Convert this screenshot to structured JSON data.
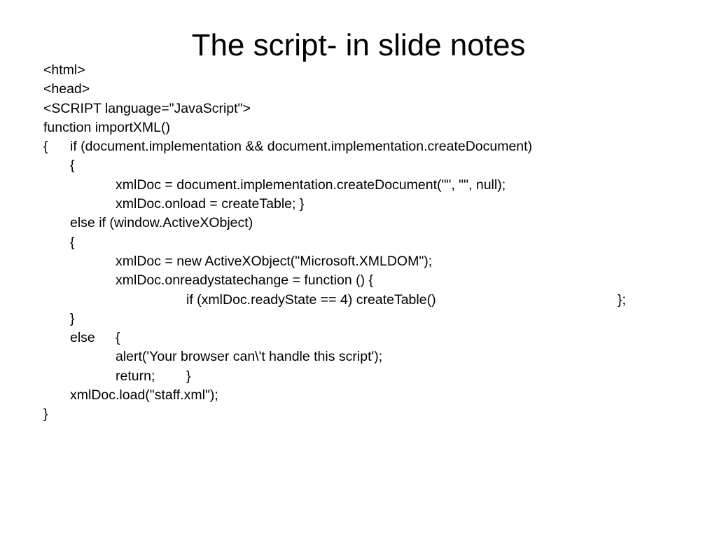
{
  "slide": {
    "title": "The script- in slide notes",
    "lines": [
      {
        "segments": [
          {
            "text": "<html>",
            "level": 0
          }
        ]
      },
      {
        "segments": [
          {
            "text": "<head>",
            "level": 0
          }
        ]
      },
      {
        "segments": [
          {
            "text": "<SCRIPT language=\"JavaScript\">",
            "level": 0
          }
        ]
      },
      {
        "segments": [
          {
            "text": "function importXML()",
            "level": 0
          }
        ]
      },
      {
        "segments": [
          {
            "text": "{",
            "level": 0
          },
          {
            "text": "if (document.implementation && document.implementation.createDocument)",
            "level": 1
          }
        ]
      },
      {
        "segments": [
          {
            "text": "{",
            "level": 1
          }
        ]
      },
      {
        "segments": [
          {
            "text": "xmlDoc = document.implementation.createDocument(\"\", \"\", null);",
            "level": 2
          }
        ]
      },
      {
        "segments": [
          {
            "text": "xmlDoc.onload = createTable; }",
            "level": 2
          }
        ]
      },
      {
        "segments": [
          {
            "text": "else if (window.ActiveXObject)",
            "level": 1
          }
        ]
      },
      {
        "segments": [
          {
            "text": "{",
            "level": 1
          }
        ]
      },
      {
        "segments": [
          {
            "text": "xmlDoc = new ActiveXObject(\"Microsoft.XMLDOM\");",
            "level": 2
          }
        ]
      },
      {
        "segments": [
          {
            "text": "xmlDoc.onreadystatechange = function () {",
            "level": 2
          }
        ]
      },
      {
        "segments": [
          {
            "text": "if (xmlDoc.readyState == 4) createTable()",
            "level": 3
          },
          {
            "text": "};",
            "level": 6
          }
        ]
      },
      {
        "segments": [
          {
            "text": "}",
            "level": 1
          }
        ]
      },
      {
        "segments": [
          {
            "text": "else",
            "level": 1
          },
          {
            "text": "{",
            "level": 2
          }
        ]
      },
      {
        "segments": [
          {
            "text": "alert('Your browser can\\'t handle this script');",
            "level": 2
          }
        ]
      },
      {
        "segments": [
          {
            "text": "return;",
            "level": 2
          },
          {
            "text": "}",
            "level": 2.5
          }
        ]
      },
      {
        "segments": [
          {
            "text": "xmlDoc.load(\"staff.xml\");",
            "level": 1
          }
        ]
      },
      {
        "segments": [
          {
            "text": "}",
            "level": 0
          }
        ]
      }
    ]
  }
}
